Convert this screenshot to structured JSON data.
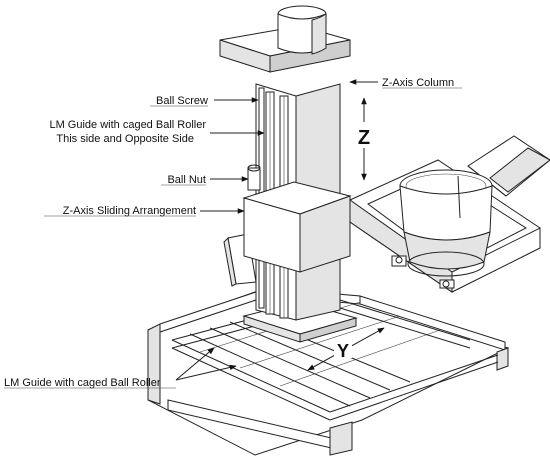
{
  "labels": {
    "ball_screw": "Ball Screw",
    "lm_guide_line1": "LM Guide with caged Ball Roller",
    "lm_guide_line2": "This side and Opposite Side",
    "ball_nut": "Ball Nut",
    "z_sliding": "Z-Axis Sliding Arrangement",
    "z_column": "Z-Axis Column",
    "lm_guide_base": "LM Guide with caged Ball Roller",
    "axis_z": "Z",
    "axis_y": "Y"
  }
}
